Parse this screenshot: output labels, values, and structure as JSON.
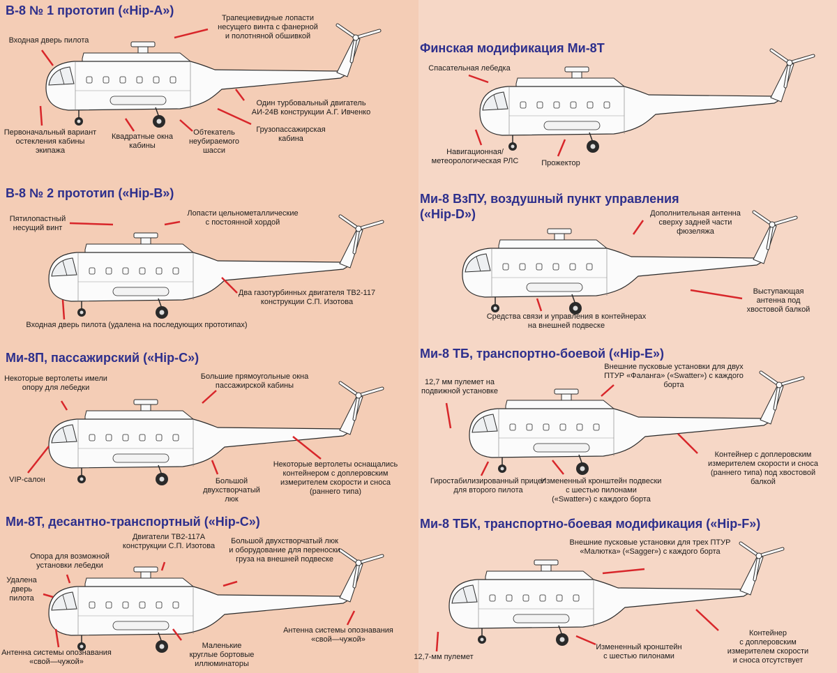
{
  "colors": {
    "title": "#2d2f8c",
    "leader": "#d8262a",
    "background": "#f4cdb6",
    "hull": "#fbfbfb",
    "outline": "#2a2a2a"
  },
  "panels": [
    {
      "title": "В-8 № 1 прототип («Hip-A»)",
      "labels": [
        "Входная дверь пилота",
        "Трапециевидные лопасти\nнесущего винта с фанерной\nи полотняной обшивкой",
        "Один турбовальный двигатель\nАИ-24В конструкции А.Г. Ивченко",
        "Первоначальный вариант\nостекления кабины экипажа",
        "Квадратные окна\nкабины",
        "Обтекатель\nнеубираемого\nшасси",
        "Грузопассажирская\nкабина"
      ]
    },
    {
      "title": "В-8 № 2 прототип («Hip-B»)",
      "labels": [
        "Пятилопастный\nнесущий винт",
        "Лопасти цельнометаллические\nс постоянной хордой",
        "Два газотурбинных двигателя ТВ2-117\nконструкции С.П. Изотова",
        "Входная дверь пилота (удалена на последующих прототипах)"
      ]
    },
    {
      "title": "Ми-8П, пассажирский («Hip-C»)",
      "labels": [
        "Некоторые вертолеты имели\nопору для лебедки",
        "Большие прямоугольные окна\nпассажирской кабины",
        "VIP-салон",
        "Большой\nдвухстворчатый люк",
        "Некоторые вертолеты оснащались\nконтейнером с доплеровским\nизмерителем скорости и сноса\n(раннего типа)"
      ]
    },
    {
      "title": "Ми-8Т, десантно-транспортный («Hip-C»)",
      "labels": [
        "Двигатели ТВ2-117А\nконструкции С.П. Изотова",
        "Опора для возможной\nустановки лебедки",
        "Большой двухстворчатый люк\nи оборудование для переноски\nгруза на внешней подвеске",
        "Удалена\nдверь\nпилота",
        "Антенна системы опознавания\n«свой—чужой»",
        "Антенна системы опознавания\n«свой—чужой»",
        "Маленькие\nкруглые бортовые\nиллюминаторы"
      ]
    },
    {
      "title": "Финская модификация Ми-8Т",
      "labels": [
        "Спасательная лебедка",
        "Навигационная/\nметеорологическая РЛС",
        "Прожектор"
      ]
    },
    {
      "title": "Ми-8 ВзПУ, воздушный пункт управления\n(«Hip-D»)",
      "labels": [
        "Дополнительная антенна\nсверху задней части\nфюзеляжа",
        "Выступающая\nантенна под\nхвостовой балкой",
        "Средства связи и управления в контейнерах\nна внешней подвеске"
      ]
    },
    {
      "title": "Ми-8 ТБ, транспортно-боевой («Hip-E»)",
      "labels": [
        "12,7 мм пулемет на\nподвижной установке",
        "Внешние пусковые установки для двух\nПТУР «Фаланга» («Swatter») с каждого\nборта",
        "Контейнер с доплеровским\nизмерителем скорости и сноса\n(раннего типа) под хвостовой\nбалкой",
        "Гиростабилизированный прицел\nдля второго пилота",
        "Измененный кронштейн подвески\nс шестью пилонами\n(«Swatter») с каждого борта"
      ]
    },
    {
      "title": "Ми-8 ТБК, транспортно-боевая модификация («Hip-F»)",
      "labels": [
        "Внешние пусковые установки для трех ПТУР\n«Малютка» («Sagger») с каждого борта",
        "12,7-мм пулемет",
        "Измененный кронштейн\nс шестью пилонами",
        "Контейнер\nс доплеровским\nизмерителем скорости\nи сноса отсутствует"
      ]
    }
  ]
}
